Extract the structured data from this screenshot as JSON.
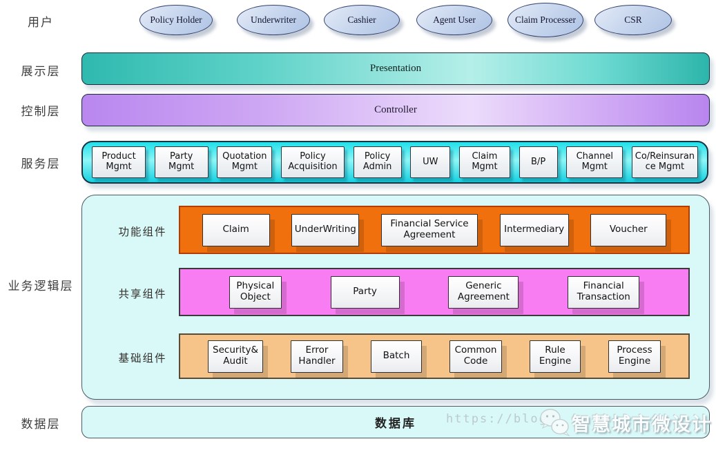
{
  "left_labels": {
    "user": "用户",
    "presentation": "展示层",
    "control": "控制层",
    "service": "服务层",
    "business": "业务逻辑层",
    "data": "数据层"
  },
  "actors": [
    "Policy Holder",
    "Underwriter",
    "Cashier",
    "Agent User",
    "Claim Processer",
    "CSR"
  ],
  "layers": {
    "presentation_label": "Presentation",
    "controller_label": "Controller"
  },
  "service_boxes": [
    "Product Mgmt",
    "Party Mgmt",
    "Quotation Mgmt",
    "Policy Acquisition",
    "Policy Admin",
    "UW",
    "Claim Mgmt",
    "B/P",
    "Channel Mgmt",
    "Co/Reinsurance Mgmt"
  ],
  "business_logic": {
    "rows": [
      {
        "label": "功能组件",
        "color": "#f1700e",
        "boxes": [
          "Claim",
          "UnderWriting",
          "Financial  Service Agreement",
          "Intermediary",
          "Voucher"
        ]
      },
      {
        "label": "共享组件",
        "color": "#f87df2",
        "boxes": [
          "Physical Object",
          "Party",
          "Generic Agreement",
          "Financial Transaction"
        ]
      },
      {
        "label": "基础组件",
        "color": "#f6c488",
        "boxes": [
          "Security& Audit",
          "Error Handler",
          "Batch",
          "Common Code",
          "Rule Engine",
          "Process Engine"
        ]
      }
    ]
  },
  "data_layer": {
    "label": "数据库"
  },
  "watermark": {
    "url_text": "https://blog",
    "brand": "智慧城市微设计",
    "icon": "wechat-icon"
  },
  "colors": {
    "presentation_bar": "#2fb9af",
    "controller_bar": "#b987ef",
    "service_container": "#21dfe9",
    "business_container": "#d9f8f8",
    "functional_row": "#f1700e",
    "shared_row": "#f87df2",
    "base_row": "#f6c488",
    "actor_fill": "#c9d7ee"
  }
}
